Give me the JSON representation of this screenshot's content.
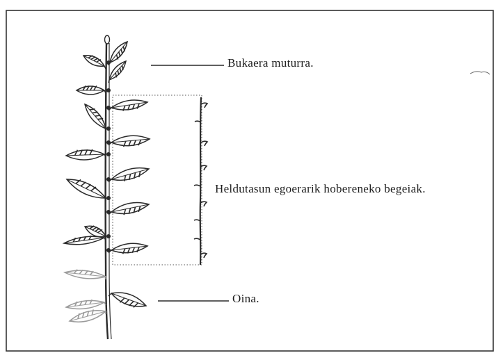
{
  "labels": {
    "tip": "Bukaera muturra.",
    "buds": "Heldutasun egoerarik hobereneko begeiak.",
    "base": "Oina."
  },
  "colors": {
    "ink": "#2a2a2a",
    "leaf_fill": "#fbfbfb",
    "faded_ink": "#9a9a9a",
    "frame": "#333333"
  }
}
